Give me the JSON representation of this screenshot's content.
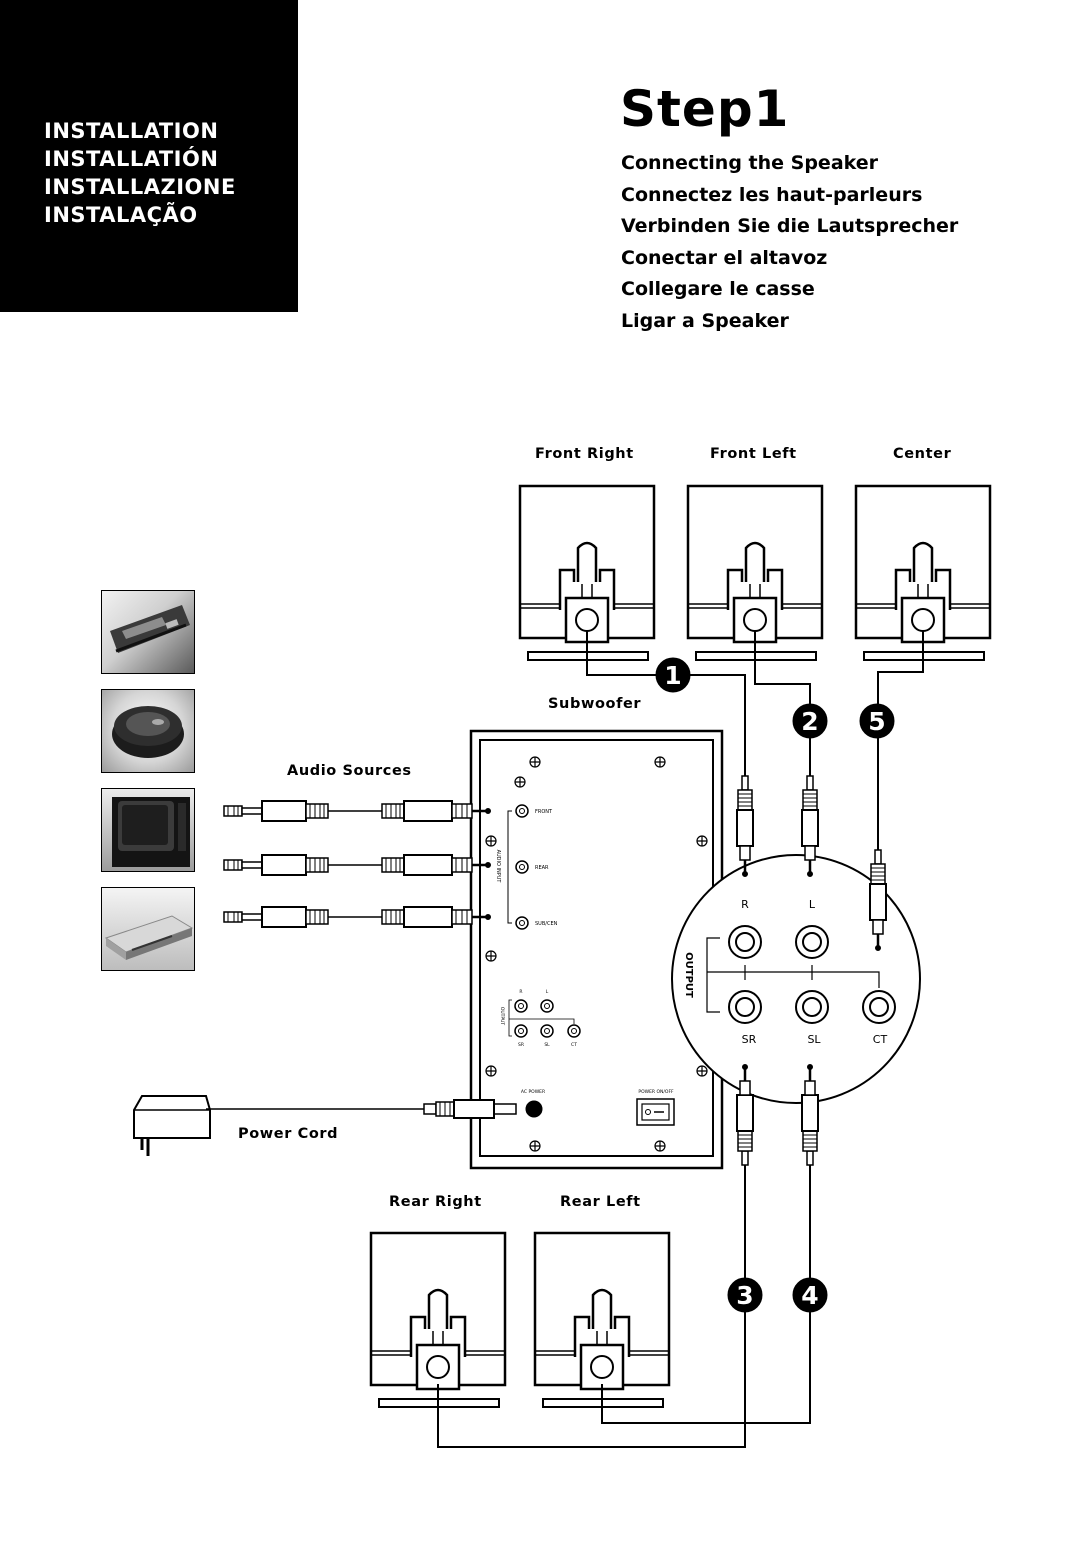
{
  "installation_headings": [
    "INSTALLATION",
    "INSTALLATIÓN",
    "INSTALLAZIONE",
    "INSTALAÇÃO"
  ],
  "step": {
    "title": "Step1",
    "instructions": [
      "Connecting the Speaker",
      "Connectez les haut-parleurs",
      "Verbinden Sie die Lautsprecher",
      "Conectar el altavoz",
      "Collegare le casse",
      "Ligar a Speaker"
    ]
  },
  "diagram": {
    "speakers": {
      "front_right": "Front Right",
      "front_left": "Front Left",
      "center": "Center",
      "rear_right": "Rear Right",
      "rear_left": "Rear Left"
    },
    "subwoofer": "Subwoofer",
    "audio_sources": "Audio Sources",
    "power_cord": "Power Cord",
    "step_numbers": [
      "1",
      "2",
      "5",
      "3",
      "4"
    ],
    "subwoofer_panel": {
      "front": "FRONT",
      "rear": "REAR",
      "sub_cen": "SUB/CEN",
      "audio_input": "AUDIO INPUT",
      "output": "OUTPUT",
      "r": "R",
      "l": "L",
      "sr": "SR",
      "sl": "SL",
      "ct": "CT",
      "ac_power": "AC POWER",
      "power_onoff": "POWER ON/OFF"
    },
    "output_zoom": {
      "title": "OUTPUT",
      "r": "R",
      "l": "L",
      "sr": "SR",
      "sl": "SL",
      "ct": "CT"
    }
  },
  "icons": {
    "sources": [
      "sound-card-photo-icon",
      "cd-player-photo-icon",
      "television-photo-icon",
      "dvd-player-photo-icon"
    ]
  }
}
